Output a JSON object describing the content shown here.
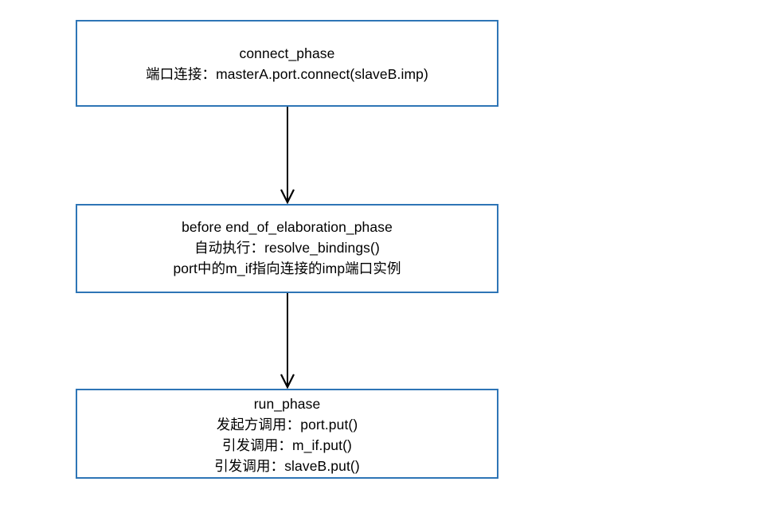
{
  "diagram": {
    "title_visible": false,
    "background_color": "#ffffff",
    "node_border_color": "#2E75B6",
    "connector_color": "#000000",
    "text_color": "#000000",
    "nodes": [
      {
        "id": "connect-phase",
        "lines": [
          "connect_phase",
          "端口连接：masterA.port.connect(slaveB.imp)"
        ]
      },
      {
        "id": "before-end-of-elaboration-phase",
        "lines": [
          "before end_of_elaboration_phase",
          "自动执行：resolve_bindings()",
          "port中的m_if指向连接的imp端口实例"
        ]
      },
      {
        "id": "run-phase",
        "lines": [
          "run_phase",
          "发起方调用：port.put()",
          "引发调用：m_if.put()",
          "引发调用：slaveB.put()"
        ]
      }
    ],
    "connectors": [
      {
        "id": "connector-1",
        "from": "connect-phase",
        "to": "before-end-of-elaboration-phase",
        "arrowhead": "open-v"
      },
      {
        "id": "connector-2",
        "from": "before-end-of-elaboration-phase",
        "to": "run-phase",
        "arrowhead": "open-v"
      }
    ]
  }
}
